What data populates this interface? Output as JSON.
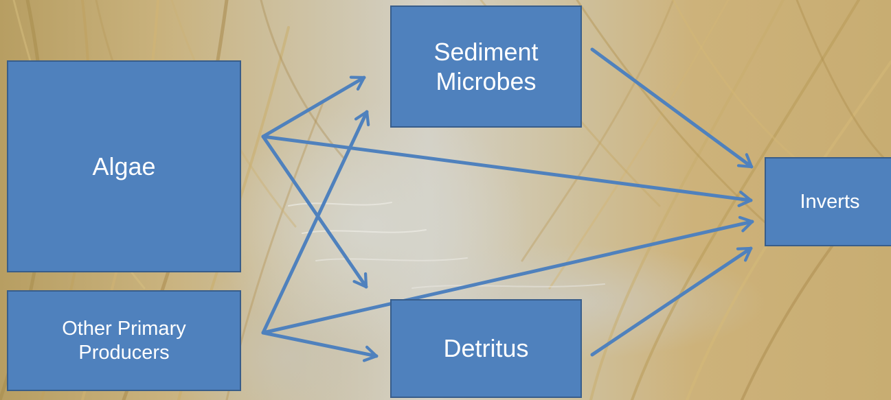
{
  "nodes": {
    "algae": "Algae",
    "other_primary_producers": "Other Primary\nProducers",
    "sediment_microbes": "Sediment\nMicrobes",
    "detritus": "Detritus",
    "inverts": "Inverts"
  },
  "edges": [
    {
      "from": "algae",
      "to": "sediment_microbes"
    },
    {
      "from": "algae",
      "to": "detritus"
    },
    {
      "from": "algae",
      "to": "inverts"
    },
    {
      "from": "other_primary_producers",
      "to": "sediment_microbes"
    },
    {
      "from": "other_primary_producers",
      "to": "detritus"
    },
    {
      "from": "other_primary_producers",
      "to": "inverts"
    },
    {
      "from": "sediment_microbes",
      "to": "inverts"
    },
    {
      "from": "detritus",
      "to": "inverts"
    }
  ],
  "colors": {
    "box_fill": "#4f81bd",
    "box_border": "#385d8a",
    "arrow": "#4f81bd",
    "text": "#ffffff"
  }
}
